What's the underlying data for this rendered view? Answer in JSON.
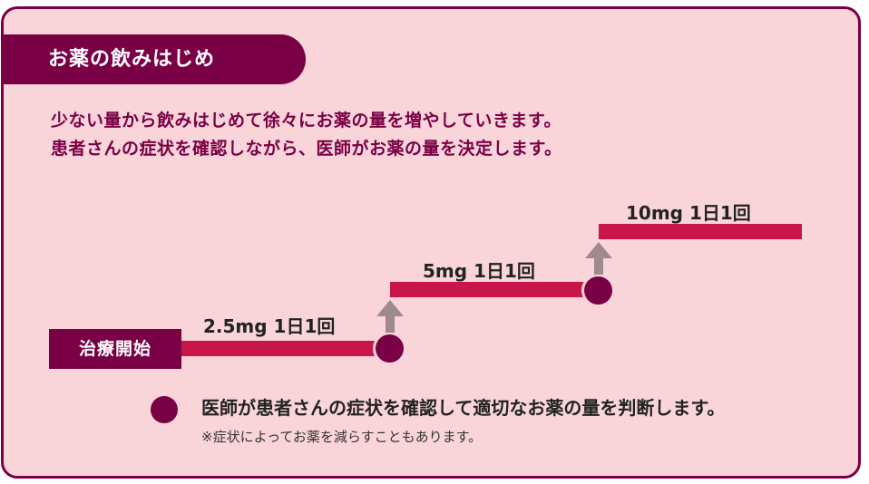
{
  "title": "お薬の飲みはじめ",
  "intro": {
    "line1": "少ない量から飲みはじめて徐々にお薬の量を増やしていきます。",
    "line2": "患者さんの症状を確認しながら、医師がお薬の量を決定します。"
  },
  "steps": {
    "start_label": "治療開始",
    "items": [
      {
        "dose": "2.5mg",
        "frequency": "1日1回",
        "label": "2.5mg  1日1回"
      },
      {
        "dose": "5mg",
        "frequency": "1日1回",
        "label": "5mg  1日1回"
      },
      {
        "dose": "10mg",
        "frequency": "1日1回",
        "label": "10mg  1日1回"
      }
    ]
  },
  "legend": {
    "icon": "dot-icon",
    "text": "医師が患者さんの症状を確認して適切なお薬の量を判断します。",
    "note": "※症状によってお薬を減らすこともあります。"
  },
  "colors": {
    "primary": "#7a0046",
    "bar": "#c8164b",
    "background": "#f9d5da",
    "arrow": "#9e8a8c"
  }
}
